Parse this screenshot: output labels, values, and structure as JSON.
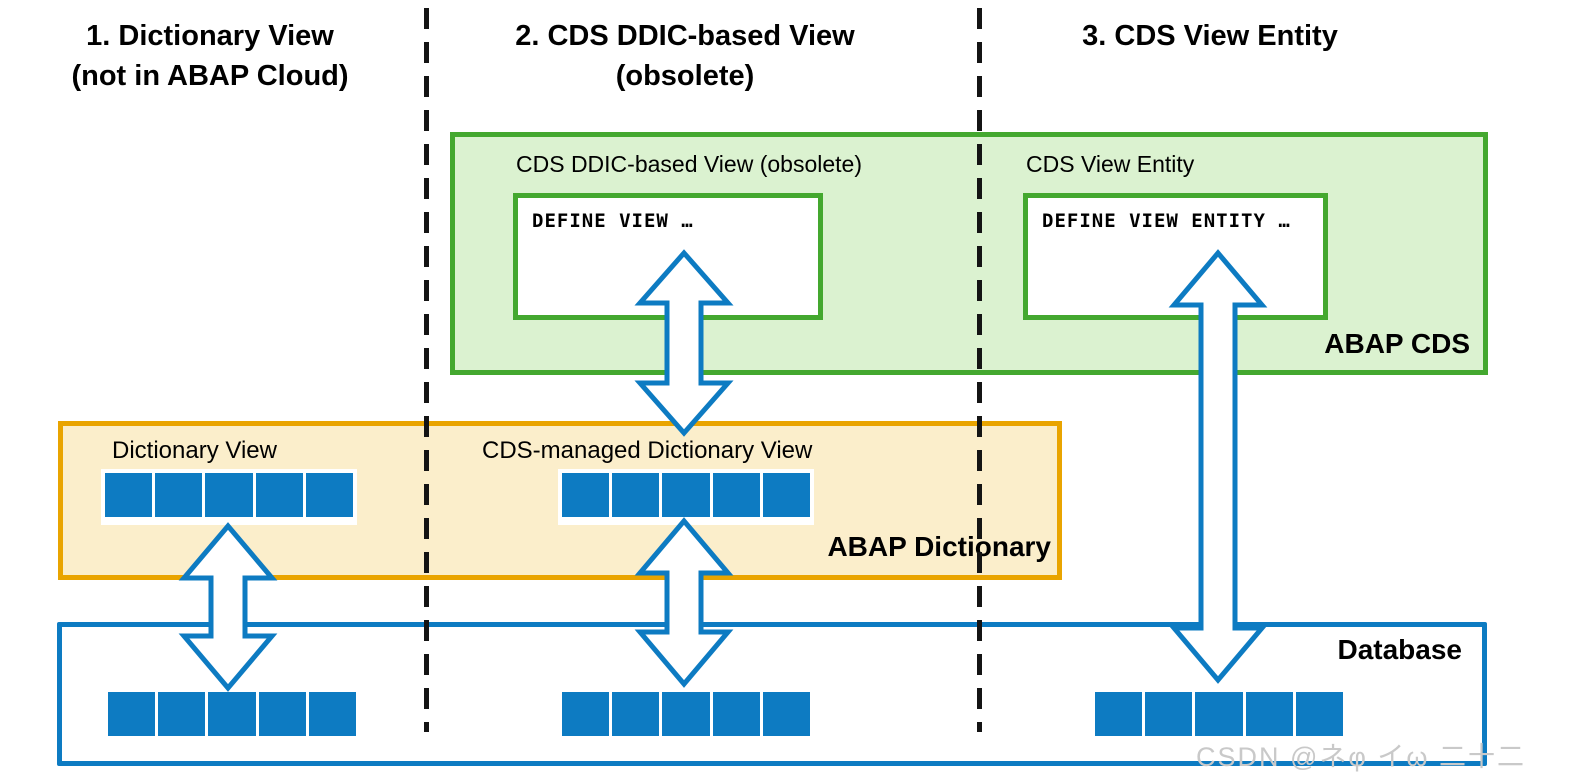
{
  "colors": {
    "blue": "#0d7bc2",
    "green_border": "#44a82f",
    "green_fill": "#dbf2d0",
    "orange_border": "#e9a400",
    "orange_fill": "#fbeecb",
    "dash": "#141414",
    "watermark": "#c9c9c9"
  },
  "headers": [
    {
      "line1": "1. Dictionary View",
      "line2": "(not in ABAP Cloud)"
    },
    {
      "line1": "2. CDS DDIC-based View",
      "line2": "(obsolete)"
    },
    {
      "line1": "3. CDS View Entity",
      "line2": ""
    }
  ],
  "abap_cds": {
    "title": "ABAP CDS",
    "ddic_based_view": {
      "label": "CDS DDIC-based View (obsolete)",
      "code": "DEFINE VIEW …"
    },
    "view_entity": {
      "label": "CDS View Entity",
      "code": "DEFINE VIEW ENTITY …"
    }
  },
  "abap_dictionary": {
    "title": "ABAP Dictionary",
    "dictionary_view_label": "Dictionary View",
    "cds_managed_view_label": "CDS-managed Dictionary View"
  },
  "database": {
    "title": "Database"
  },
  "watermark": "CSDN @ネφ イω 二十二"
}
